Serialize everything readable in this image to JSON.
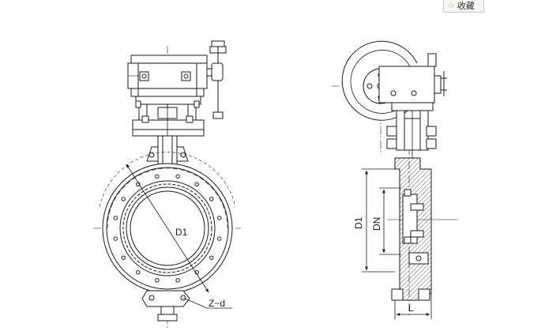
{
  "toolbar": {
    "favorite_label": "收藏",
    "favorite_icon": "star-outline-icon",
    "star_color": "#e2a400"
  },
  "drawing": {
    "line_color": "#1a1a1a",
    "front_view": {
      "diameter_label": "D1",
      "bolt_label": "Z−d"
    },
    "side_view": {
      "outer_dim_label": "D1",
      "nominal_dim_label": "DN",
      "length_label": "L"
    }
  }
}
